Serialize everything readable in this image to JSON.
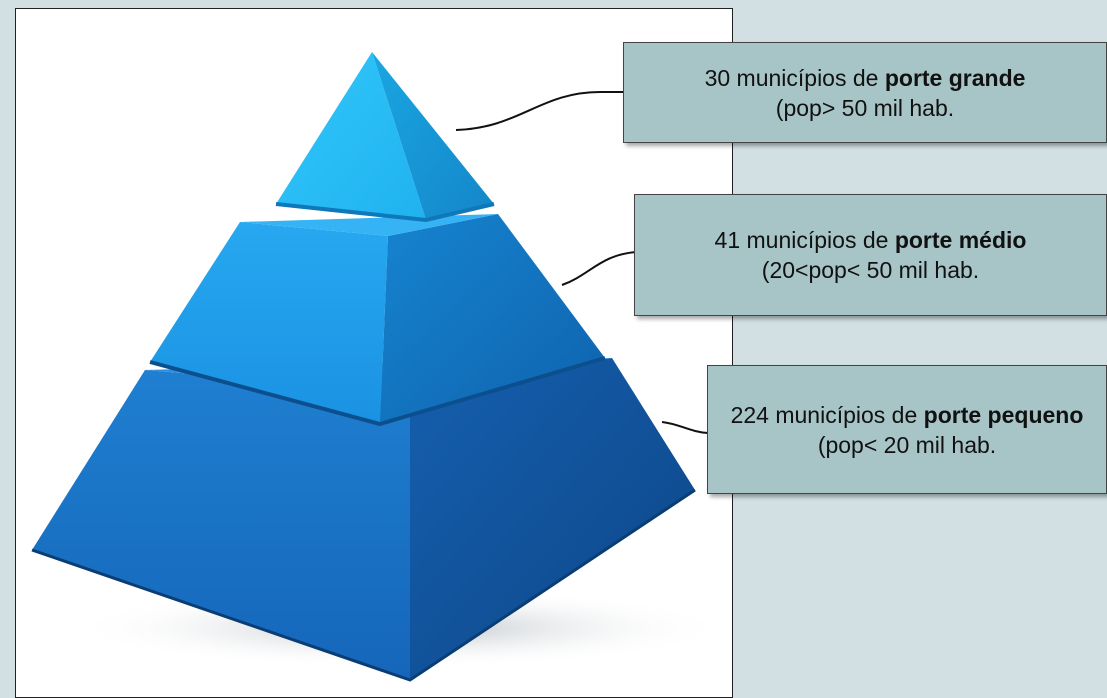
{
  "levels": [
    {
      "lead": "30 municípios de ",
      "bold": "porte grande",
      "tail": "(pop> 50 mil hab."
    },
    {
      "lead": "41 municípios de ",
      "bold": "porte médio",
      "tail": "(20<pop< 50 mil hab."
    },
    {
      "lead": "224 municípios de ",
      "bold": "porte pequeno",
      "tail": " (pop< 20 mil hab."
    }
  ],
  "colors": {
    "background": "#d2e0e4",
    "callout_fill": "#a7c4c6",
    "tier_top": "#22b8f2",
    "tier_middle": "#1a9ae6",
    "tier_bottom": "#1970c2"
  }
}
